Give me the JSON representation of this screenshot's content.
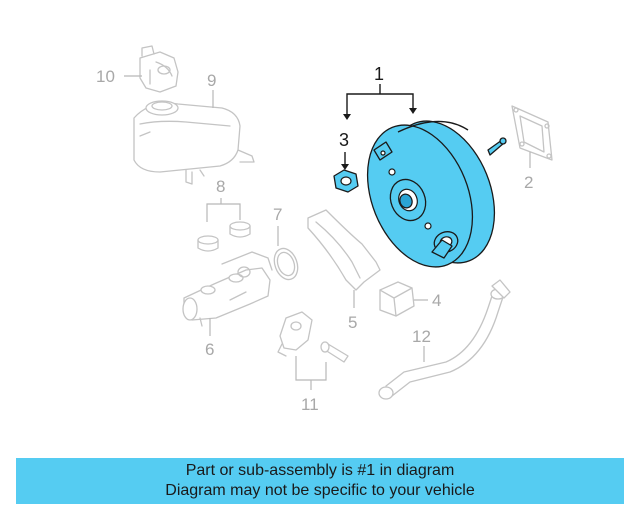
{
  "callouts": {
    "c1": "1",
    "c2": "2",
    "c3": "3",
    "c4": "4",
    "c5": "5",
    "c6": "6",
    "c7": "7",
    "c8": "8",
    "c9": "9",
    "c10": "10",
    "c11": "11",
    "c12": "12"
  },
  "highlight_color": "#55ccf2",
  "banner": {
    "line1": "Part or sub-assembly is #1 in diagram",
    "line2": "Diagram may not be specific to your vehicle"
  }
}
